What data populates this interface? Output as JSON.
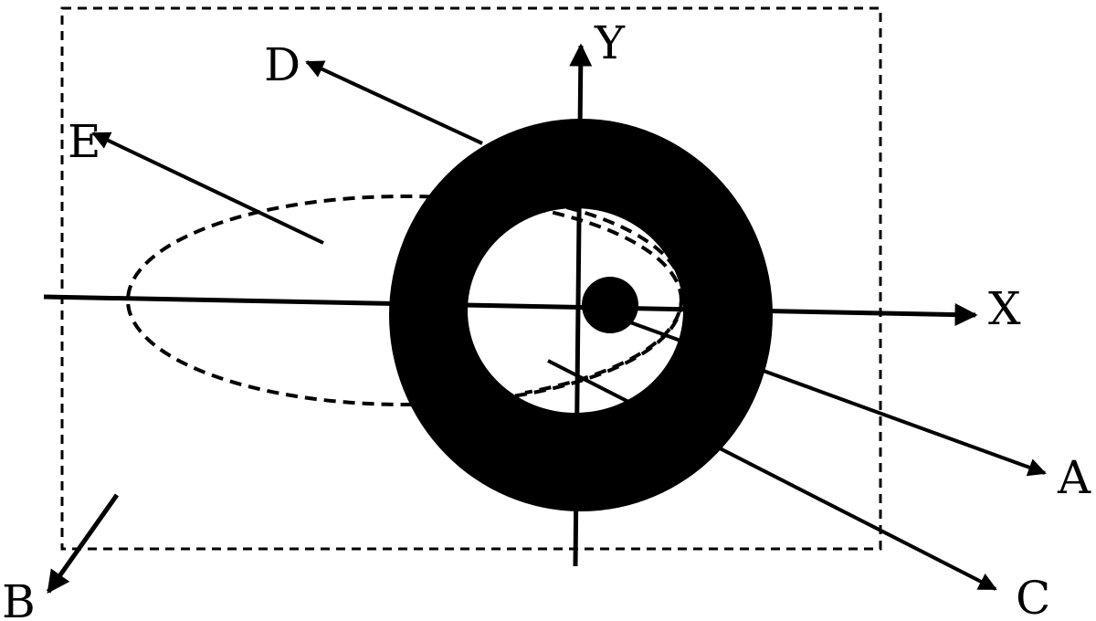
{
  "labels": {
    "x_axis": "X",
    "y_axis": "Y",
    "a": "A",
    "b": "B",
    "c": "C",
    "d": "D",
    "e": "E"
  },
  "colors": {
    "ink": "#000000",
    "background": "#ffffff"
  }
}
